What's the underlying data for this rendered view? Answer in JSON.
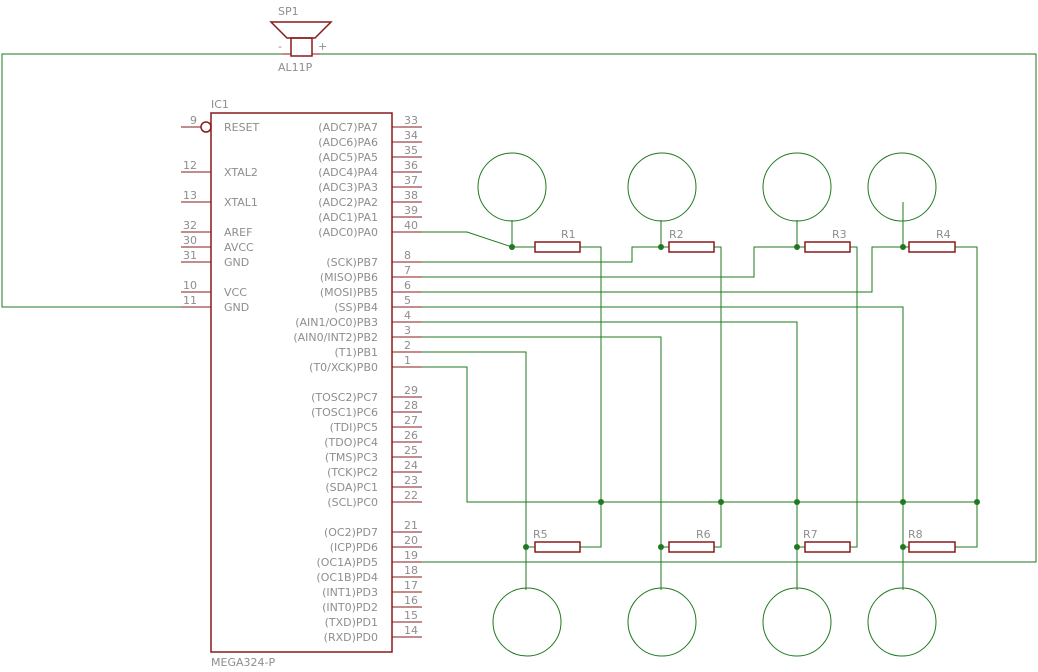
{
  "speaker": {
    "ref": "SP1",
    "value": "AL11P",
    "minus": "-",
    "plus": "+"
  },
  "ic": {
    "ref": "IC1",
    "value": "MEGA324-P",
    "left_pins": [
      {
        "num": "9",
        "name": "RESET"
      },
      {
        "num": "12",
        "name": "XTAL2"
      },
      {
        "num": "13",
        "name": "XTAL1"
      },
      {
        "num": "32",
        "name": "AREF"
      },
      {
        "num": "30",
        "name": "AVCC"
      },
      {
        "num": "31",
        "name": "GND"
      },
      {
        "num": "10",
        "name": "VCC"
      },
      {
        "num": "11",
        "name": "GND"
      }
    ],
    "right_pins": [
      {
        "num": "33",
        "name": "(ADC7)PA7"
      },
      {
        "num": "34",
        "name": "(ADC6)PA6"
      },
      {
        "num": "35",
        "name": "(ADC5)PA5"
      },
      {
        "num": "36",
        "name": "(ADC4)PA4"
      },
      {
        "num": "37",
        "name": "(ADC3)PA3"
      },
      {
        "num": "38",
        "name": "(ADC2)PA2"
      },
      {
        "num": "39",
        "name": "(ADC1)PA1"
      },
      {
        "num": "40",
        "name": "(ADC0)PA0"
      },
      {
        "num": "8",
        "name": "(SCK)PB7"
      },
      {
        "num": "7",
        "name": "(MISO)PB6"
      },
      {
        "num": "6",
        "name": "(MOSI)PB5"
      },
      {
        "num": "5",
        "name": "(SS)PB4"
      },
      {
        "num": "4",
        "name": "(AIN1/OC0)PB3"
      },
      {
        "num": "3",
        "name": "(AIN0/INT2)PB2"
      },
      {
        "num": "2",
        "name": "(T1)PB1"
      },
      {
        "num": "1",
        "name": "(T0/XCK)PB0"
      },
      {
        "num": "29",
        "name": "(TOSC2)PC7"
      },
      {
        "num": "28",
        "name": "(TOSC1)PC6"
      },
      {
        "num": "27",
        "name": "(TDI)PC5"
      },
      {
        "num": "26",
        "name": "(TDO)PC4"
      },
      {
        "num": "25",
        "name": "(TMS)PC3"
      },
      {
        "num": "24",
        "name": "(TCK)PC2"
      },
      {
        "num": "23",
        "name": "(SDA)PC1"
      },
      {
        "num": "22",
        "name": "(SCL)PC0"
      },
      {
        "num": "21",
        "name": "(OC2)PD7"
      },
      {
        "num": "20",
        "name": "(ICP)PD6"
      },
      {
        "num": "19",
        "name": "(OC1A)PD5"
      },
      {
        "num": "18",
        "name": "(OC1B)PD4"
      },
      {
        "num": "17",
        "name": "(INT1)PD3"
      },
      {
        "num": "16",
        "name": "(INT0)PD2"
      },
      {
        "num": "15",
        "name": "(TXD)PD1"
      },
      {
        "num": "14",
        "name": "(RXD)PD0"
      }
    ]
  },
  "resistors": [
    "R1",
    "R2",
    "R3",
    "R4",
    "R5",
    "R6",
    "R7",
    "R8"
  ],
  "colors": {
    "symbol": "#8a1a1a",
    "wire": "#1f7a1f",
    "text": "#8e8e8e"
  }
}
